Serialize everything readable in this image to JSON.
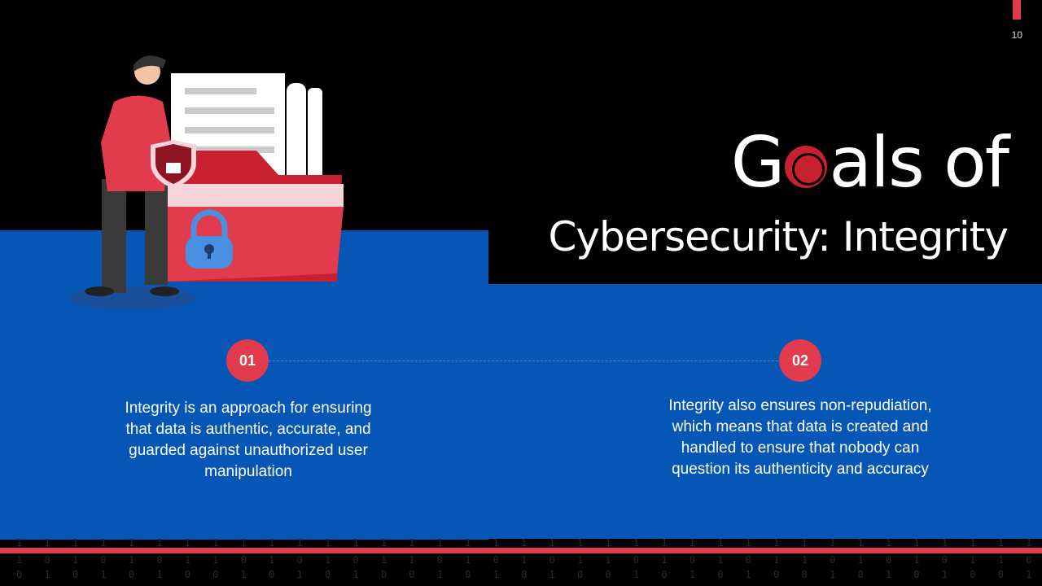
{
  "slide_number": "10",
  "title": {
    "line1_pre": "G",
    "line1_post": "als of",
    "line2": "Cybersecurity: Integrity"
  },
  "points": [
    {
      "number": "01",
      "text": "Integrity is an approach for ensuring that data is authentic, accurate, and guarded against unauthorized user manipulation"
    },
    {
      "number": "02",
      "text": "Integrity also ensures non-repudiation, which means that data is created and handled to ensure that nobody can question its authenticity and accuracy"
    }
  ],
  "decor": {
    "binary_row1": "1 1 1 1 1 1 1 1 1 1 1 1 1 1 1 1 1 1 1 1 1 1 1 1 1 1 1 1 1 1 1 1 1 1 1 1 1 1 1 1 1 1 1 1 1 1 1 1 1 1 1 1 1 1 1 1 1 1 1 1 1 1 1 1",
    "binary_row2": "1 0 1 0 1 0 1 1 0 1 0 1 0 1 1 0 1 0 1 0 1 1 0 1 0 1 0 1 1 0 1 0 1 0 1 1 0 1 0 1 0 1 1 0 1 0 1 0 1 1 0 1 0 1 0 1 1 0 1 0 1 0 1",
    "binary_row3": "0 1 0 1 0 1 0 0 1 0 1 0 1 0 0 1 0 1 0 1 0 0 1 0 1 0 1 0 0 1 0 1 0 1 0 0 1 0 1 0 1 0 0 1 0 1 0 1 0 0 1 0 1 0 1 0 0 1 0 1 0 1 0"
  },
  "colors": {
    "blue": "#0657b5",
    "red": "#e23b4e"
  }
}
